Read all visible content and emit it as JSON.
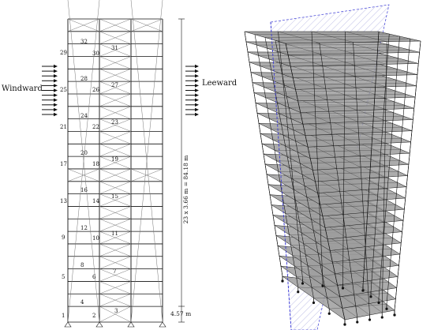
{
  "labels": {
    "windward": "Windward",
    "leeward": "Leeward",
    "height_dim": "23 x 3.66 m = 84.18 m",
    "base_dim": "4.57 m"
  },
  "floor_numbers": {
    "col1": [
      "1",
      "5",
      "9",
      "13",
      "17",
      "21",
      "25",
      "29"
    ],
    "col2a": [
      "4",
      "8",
      "12",
      "16",
      "20",
      "24",
      "28",
      "32"
    ],
    "col2b": [
      "2",
      "6",
      "10",
      "14",
      "18",
      "22",
      "26",
      "30"
    ],
    "col3": [
      "3",
      "7",
      "11",
      "15",
      "19",
      "23",
      "27",
      "31"
    ]
  },
  "colors": {
    "line": "#111111",
    "brace": "#777777",
    "slab": "#9e9e9e",
    "plane": "#3b3bd6"
  }
}
